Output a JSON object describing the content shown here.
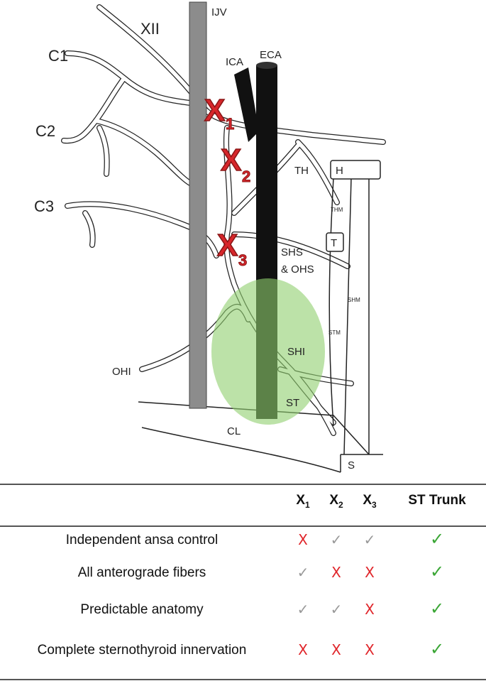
{
  "diagram": {
    "labels": {
      "xii": "XII",
      "ijv": "IJV",
      "c1": "C1",
      "c2": "C2",
      "c3": "C3",
      "ica": "ICA",
      "eca": "ECA",
      "th": "TH",
      "h": "H",
      "thm": "THM",
      "t": "T",
      "shs": "SHS",
      "ohs": "& OHS",
      "shm": "SHM",
      "stm": "STM",
      "ohi": "OHI",
      "shi": "SHI",
      "st": "ST",
      "cl": "CL",
      "s": "S"
    },
    "marks": [
      {
        "letter": "X",
        "sub": "1"
      },
      {
        "letter": "X",
        "sub": "2"
      },
      {
        "letter": "X",
        "sub": "3"
      }
    ],
    "colors": {
      "ijv_vessel": "#8c8c8c",
      "artery": "#111111",
      "highlight": "#8fcf6e",
      "mark": "#d7262b"
    }
  },
  "table": {
    "columns": [
      {
        "main": "X",
        "sub": "1"
      },
      {
        "main": "X",
        "sub": "2"
      },
      {
        "main": "X",
        "sub": "3"
      },
      {
        "main": "ST Trunk",
        "sub": ""
      }
    ],
    "rows": [
      {
        "label": "Independent ansa control",
        "cells": [
          "cross",
          "check",
          "check",
          "check-green"
        ]
      },
      {
        "label": "All anterograde fibers",
        "cells": [
          "check",
          "cross",
          "cross",
          "check-green"
        ]
      },
      {
        "label": "Predictable anatomy",
        "cells": [
          "check",
          "check",
          "cross",
          "check-green"
        ]
      },
      {
        "label": "Complete sternothyroid innervation",
        "cells": [
          "cross",
          "cross",
          "cross",
          "check-green"
        ]
      }
    ],
    "symbols": {
      "cross": "X",
      "check": "✓"
    }
  }
}
